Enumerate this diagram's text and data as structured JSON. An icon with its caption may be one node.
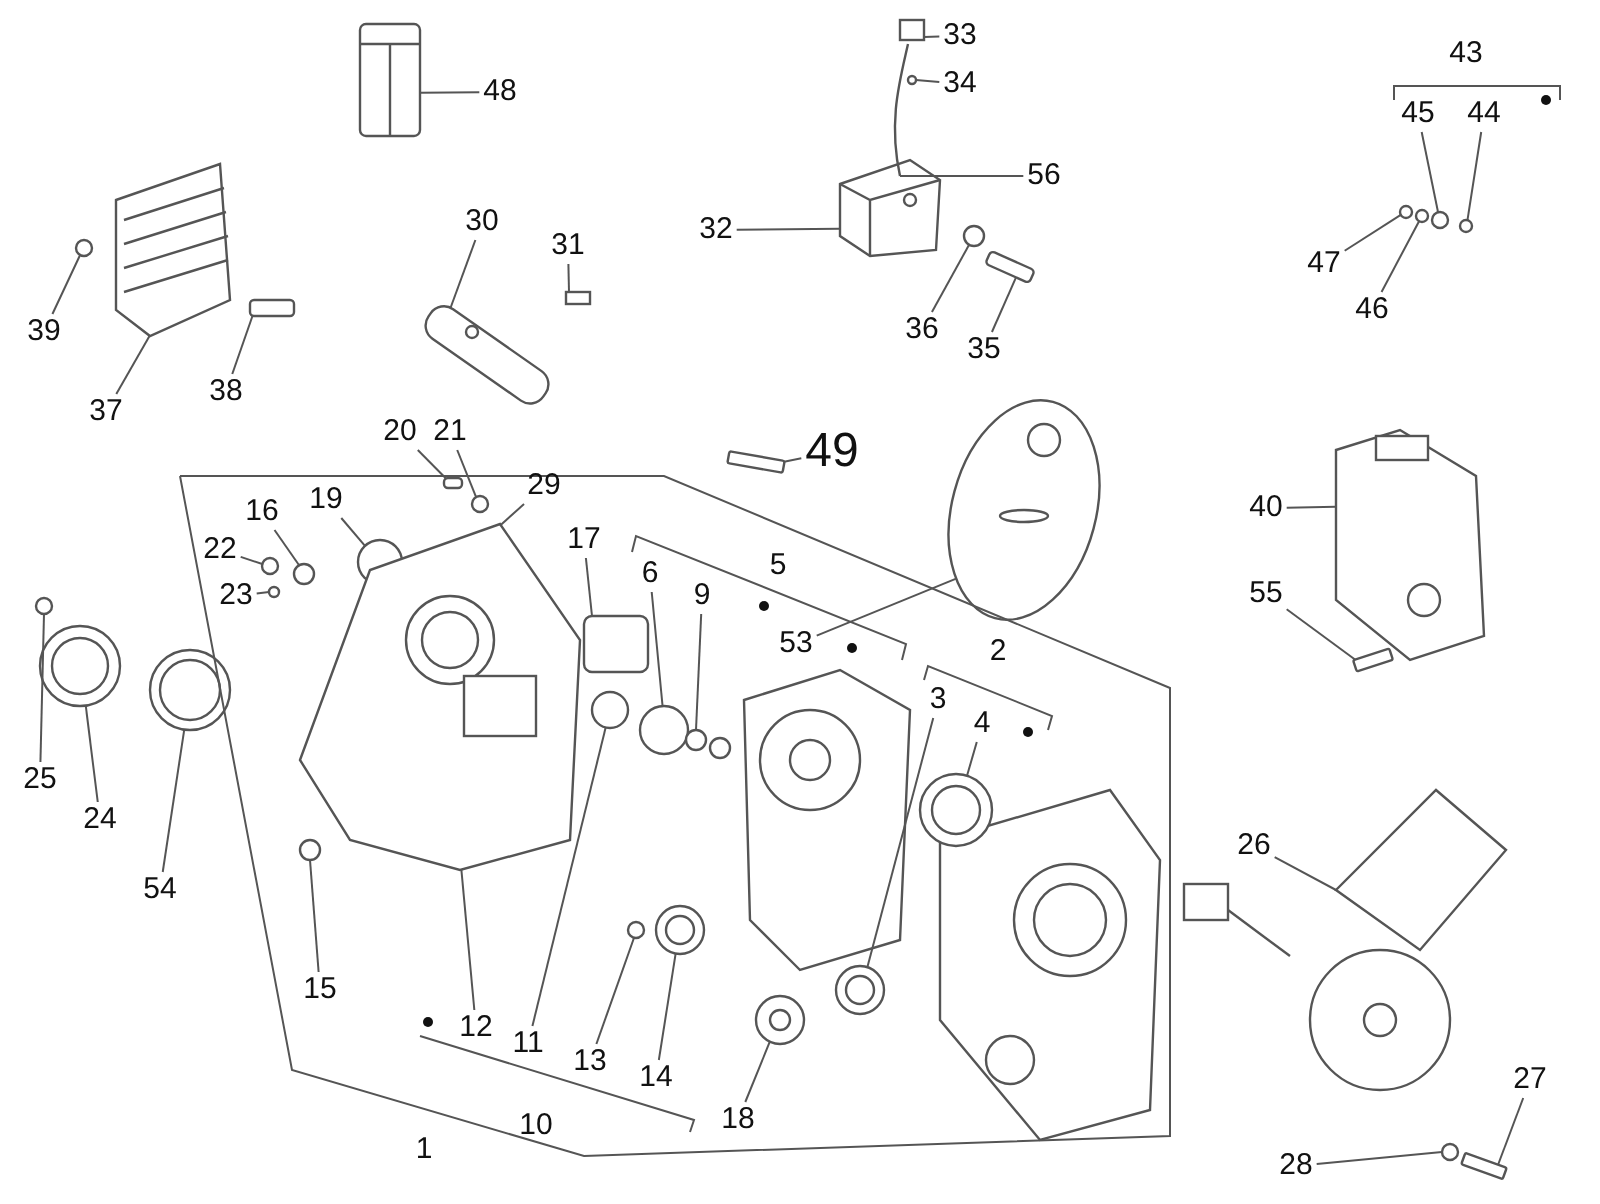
{
  "diagram": {
    "nodes": [
      {
        "text": [
          "48"
        ]
      },
      {
        "text": [
          "39"
        ]
      },
      {
        "text": [
          "37"
        ]
      },
      {
        "text": [
          "38"
        ]
      },
      {
        "text": [
          "30"
        ]
      },
      {
        "text": [
          "31"
        ]
      },
      {
        "text": [
          "32"
        ]
      },
      {
        "text": [
          "33"
        ]
      },
      {
        "text": [
          "34"
        ]
      },
      {
        "text": [
          "56"
        ]
      },
      {
        "text": [
          "36"
        ]
      },
      {
        "text": [
          "35"
        ]
      },
      {
        "text": [
          "43"
        ]
      },
      {
        "text": [
          "45"
        ]
      },
      {
        "text": [
          "44"
        ]
      },
      {
        "text": [
          "47"
        ]
      },
      {
        "text": [
          "46"
        ]
      },
      {
        "text": [
          "49"
        ]
      },
      {
        "text": [
          "40"
        ]
      },
      {
        "text": [
          "55"
        ]
      },
      {
        "text": [
          "20"
        ]
      },
      {
        "text": [
          "21"
        ]
      },
      {
        "text": [
          "16"
        ]
      },
      {
        "text": [
          "22"
        ]
      },
      {
        "text": [
          "19"
        ]
      },
      {
        "text": [
          "23"
        ]
      },
      {
        "text": [
          "29"
        ]
      },
      {
        "text": [
          "17"
        ]
      },
      {
        "text": [
          "6"
        ]
      },
      {
        "text": [
          "9"
        ]
      },
      {
        "text": [
          "5"
        ]
      },
      {
        "text": [
          "53"
        ]
      },
      {
        "text": [
          "2"
        ]
      },
      {
        "text": [
          "3"
        ]
      },
      {
        "text": [
          "4"
        ]
      },
      {
        "text": [
          "25"
        ]
      },
      {
        "text": [
          "24"
        ]
      },
      {
        "text": [
          "54"
        ]
      },
      {
        "text": [
          "15"
        ]
      },
      {
        "text": [
          "12"
        ]
      },
      {
        "text": [
          "11"
        ]
      },
      {
        "text": [
          "13"
        ]
      },
      {
        "text": [
          "14"
        ]
      },
      {
        "text": [
          "18"
        ]
      },
      {
        "text": [
          "10"
        ]
      },
      {
        "text": [
          "1"
        ]
      },
      {
        "text": [
          "26"
        ]
      },
      {
        "text": [
          "27"
        ]
      },
      {
        "text": [
          "28"
        ]
      },
      {
        "text": [],
        "shape": "picture"
      },
      {
        "text": [],
        "shape": "circle"
      },
      {
        "text": [],
        "shape": "picture"
      },
      {
        "text": [],
        "shape": "box"
      },
      {
        "text": [],
        "shape": "picture"
      },
      {
        "text": [],
        "shape": "box"
      },
      {
        "text": [],
        "shape": "picture"
      },
      {
        "text": [],
        "shape": "box"
      },
      {
        "text": [],
        "shape": "circle"
      },
      {
        "text": [],
        "shape": "picture"
      },
      {
        "text": [],
        "shape": "circle"
      },
      {
        "text": [],
        "shape": "box"
      },
      {
        "text": [],
        "shape": "circle"
      },
      {
        "text": [],
        "shape": "circle"
      },
      {
        "text": [],
        "shape": "circle"
      },
      {
        "text": [],
        "shape": "circle"
      },
      {
        "text": [],
        "shape": "box"
      },
      {
        "text": [],
        "shape": "picture"
      },
      {
        "text": [],
        "shape": "box"
      },
      {
        "text": [],
        "shape": "box"
      },
      {
        "text": [],
        "shape": "circle"
      },
      {
        "text": [],
        "shape": "circle"
      },
      {
        "text": [],
        "shape": "circle"
      },
      {
        "text": [],
        "shape": "circle"
      },
      {
        "text": [],
        "shape": "circle"
      },
      {
        "text": [],
        "shape": "picture"
      },
      {
        "text": [],
        "shape": "box"
      },
      {
        "text": [],
        "shape": "circle"
      },
      {
        "text": [],
        "shape": "circle"
      },
      {
        "text": [],
        "shape": "picture"
      },
      {
        "text": [],
        "shape": "picture"
      },
      {
        "text": [],
        "shape": "picture"
      },
      {
        "text": [],
        "shape": "circle"
      },
      {
        "text": [],
        "shape": "picture"
      },
      {
        "text": [],
        "shape": "picture"
      },
      {
        "text": [],
        "shape": "circle"
      },
      {
        "text": [],
        "shape": "circle"
      },
      {
        "text": [],
        "shape": "circle"
      },
      {
        "text": [],
        "shape": "picture"
      },
      {
        "text": [],
        "shape": "picture"
      },
      {
        "text": [],
        "shape": "picture"
      },
      {
        "text": [],
        "shape": "box"
      },
      {
        "text": [],
        "shape": "circle"
      }
    ],
    "edges": [
      {
        "from": 0,
        "to": 49,
        "arrow": "none"
      },
      {
        "from": 1,
        "to": 50,
        "arrow": "none"
      },
      {
        "from": 2,
        "to": 51,
        "arrow": "none"
      },
      {
        "from": 3,
        "to": 52,
        "arrow": "none"
      },
      {
        "from": 4,
        "to": 53,
        "arrow": "none"
      },
      {
        "from": 5,
        "to": 54,
        "arrow": "none"
      },
      {
        "from": 6,
        "to": 55,
        "arrow": "none"
      },
      {
        "from": 7,
        "to": 56,
        "arrow": "none"
      },
      {
        "from": 8,
        "to": 57,
        "arrow": "none"
      },
      {
        "from": 9,
        "to": 58,
        "arrow": "none"
      },
      {
        "from": 10,
        "to": 59,
        "arrow": "none"
      },
      {
        "from": 11,
        "to": 60,
        "arrow": "none"
      },
      {
        "from": 13,
        "to": 61,
        "arrow": "none"
      },
      {
        "from": 14,
        "to": 62,
        "arrow": "none"
      },
      {
        "from": 15,
        "to": 63,
        "arrow": "none"
      },
      {
        "from": 16,
        "to": 64,
        "arrow": "none"
      },
      {
        "from": 17,
        "to": 65,
        "arrow": "none"
      },
      {
        "from": 18,
        "to": 66,
        "arrow": "none"
      },
      {
        "from": 19,
        "to": 67,
        "arrow": "none"
      },
      {
        "from": 20,
        "to": 68,
        "arrow": "none"
      },
      {
        "from": 21,
        "to": 69,
        "arrow": "none"
      },
      {
        "from": 22,
        "to": 70,
        "arrow": "none"
      },
      {
        "from": 23,
        "to": 71,
        "arrow": "none"
      },
      {
        "from": 24,
        "to": 72,
        "arrow": "none"
      },
      {
        "from": 25,
        "to": 73,
        "arrow": "none"
      },
      {
        "from": 26,
        "to": 74,
        "arrow": "none"
      },
      {
        "from": 27,
        "to": 75,
        "arrow": "none"
      },
      {
        "from": 28,
        "to": 76,
        "arrow": "none"
      },
      {
        "from": 29,
        "to": 77,
        "arrow": "none"
      },
      {
        "from": 31,
        "to": 78,
        "arrow": "none"
      },
      {
        "from": 33,
        "to": 79,
        "arrow": "none"
      },
      {
        "from": 34,
        "to": 80,
        "arrow": "none"
      },
      {
        "from": 35,
        "to": 81,
        "arrow": "none"
      },
      {
        "from": 36,
        "to": 82,
        "arrow": "none"
      },
      {
        "from": 37,
        "to": 83,
        "arrow": "none"
      },
      {
        "from": 38,
        "to": 84,
        "arrow": "none"
      },
      {
        "from": 39,
        "to": 74,
        "arrow": "none"
      },
      {
        "from": 40,
        "to": 85,
        "arrow": "none"
      },
      {
        "from": 41,
        "to": 86,
        "arrow": "none"
      },
      {
        "from": 42,
        "to": 87,
        "arrow": "none"
      },
      {
        "from": 43,
        "to": 88,
        "arrow": "none"
      },
      {
        "from": 46,
        "to": 89,
        "arrow": "none"
      },
      {
        "from": 47,
        "to": 90,
        "arrow": "none"
      },
      {
        "from": 48,
        "to": 91,
        "arrow": "none"
      }
    ]
  }
}
